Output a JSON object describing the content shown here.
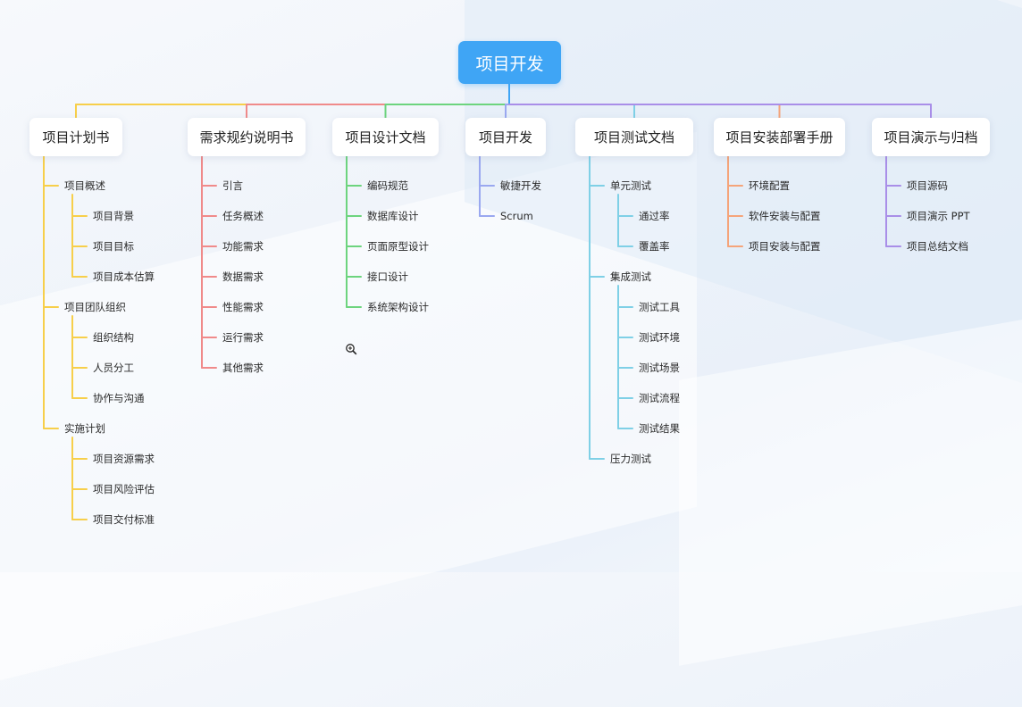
{
  "root": {
    "label": "项目开发",
    "color": "#3fa5f5"
  },
  "branches": [
    {
      "label": "项目计划书",
      "color": "#f7cf4a",
      "items": [
        {
          "label": "项目概述",
          "children": [
            "项目背景",
            "项目目标",
            "项目成本估算"
          ]
        },
        {
          "label": "项目团队组织",
          "children": [
            "组织结构",
            "人员分工",
            "协作与沟通"
          ]
        },
        {
          "label": "实施计划",
          "children": [
            "项目资源需求",
            "项目风险评估",
            "项目交付标准"
          ]
        }
      ]
    },
    {
      "label": "需求规约说明书",
      "color": "#f08a8a",
      "items": [
        {
          "label": "引言"
        },
        {
          "label": "任务概述"
        },
        {
          "label": "功能需求"
        },
        {
          "label": "数据需求"
        },
        {
          "label": "性能需求"
        },
        {
          "label": "运行需求"
        },
        {
          "label": "其他需求"
        }
      ]
    },
    {
      "label": "项目设计文档",
      "color": "#6dd47e",
      "items": [
        {
          "label": "编码规范"
        },
        {
          "label": "数据库设计"
        },
        {
          "label": "页面原型设计"
        },
        {
          "label": "接口设计"
        },
        {
          "label": "系统架构设计"
        }
      ]
    },
    {
      "label": "项目开发",
      "color": "#9aa8f0",
      "items": [
        {
          "label": "敏捷开发"
        },
        {
          "label": "Scrum"
        }
      ]
    },
    {
      "label": "项目测试文档",
      "color": "#7fd0e6",
      "items": [
        {
          "label": "单元测试",
          "children": [
            "通过率",
            "覆盖率"
          ]
        },
        {
          "label": "集成测试",
          "children": [
            "测试工具",
            "测试环境",
            "测试场景",
            "测试流程",
            "测试结果"
          ]
        },
        {
          "label": "压力测试"
        }
      ]
    },
    {
      "label": "项目安装部署手册",
      "color": "#f5a47a",
      "items": [
        {
          "label": "环境配置"
        },
        {
          "label": "软件安装与配置"
        },
        {
          "label": "项目安装与配置"
        }
      ]
    },
    {
      "label": "项目演示与归档",
      "color": "#a98ee8",
      "items": [
        {
          "label": "项目源码"
        },
        {
          "label": "项目演示 PPT"
        },
        {
          "label": "项目总结文档"
        }
      ]
    }
  ]
}
